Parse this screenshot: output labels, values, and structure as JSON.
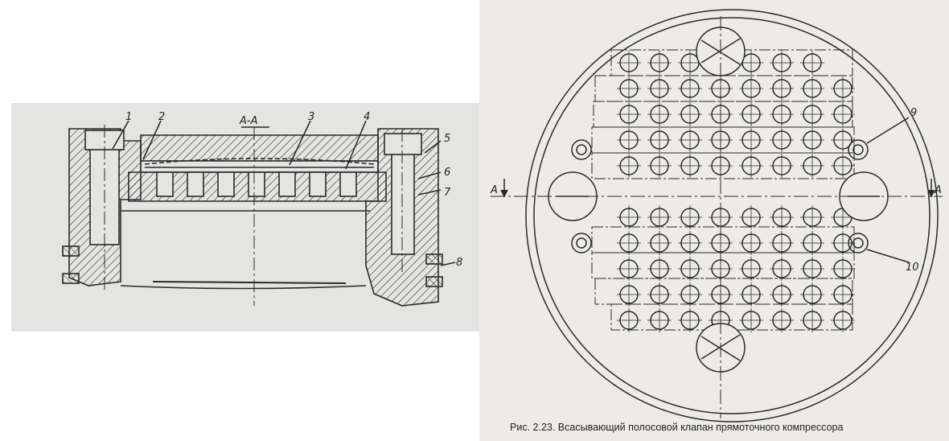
{
  "left_drawing": {
    "section_label": "А-А",
    "callouts": [
      "1",
      "2",
      "3",
      "4",
      "5",
      "6",
      "7",
      "8"
    ]
  },
  "right_drawing": {
    "cut_label_left": "А",
    "cut_label_right": "А",
    "callouts": [
      "9",
      "10"
    ]
  },
  "caption": "Рис. 2.23. Всасывающий полосовой клапан прямоточного компрессора",
  "colors": {
    "line": "#2a2a2a",
    "paper_left": "#e4e4e2",
    "paper_right": "#ecebe7"
  }
}
